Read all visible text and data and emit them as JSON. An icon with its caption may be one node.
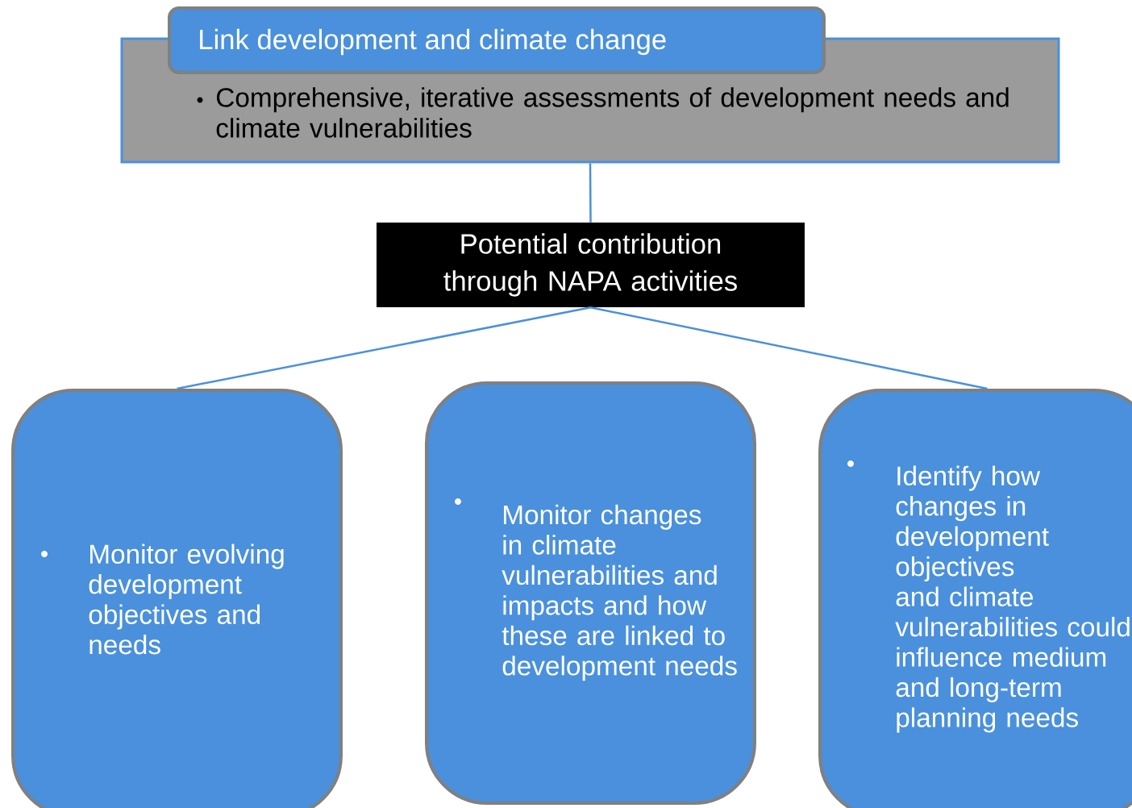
{
  "diagram": {
    "nodes": [
      {
        "text": [
          "Link development and climate change",
          "Comprehensive, iterative assessments of development needs and climate vulnerabilities"
        ]
      },
      {
        "text": [
          "Potential contribution through NAPA activities"
        ]
      },
      {
        "text": [
          "Monitor evolving development objectives and needs"
        ]
      },
      {
        "text": [
          "Monitor changes in climate vulnerabilities and impacts and how these are linked to development needs"
        ]
      },
      {
        "text": [
          "Identify how changes in development objectives and climate vulnerabilities could influence medium and long-term planning needs"
        ]
      }
    ],
    "edges": [
      {
        "from": 0,
        "to": 1,
        "arrow": "none"
      },
      {
        "from": 1,
        "to": 2,
        "arrow": "none"
      },
      {
        "from": 1,
        "to": 4,
        "arrow": "none"
      }
    ]
  }
}
